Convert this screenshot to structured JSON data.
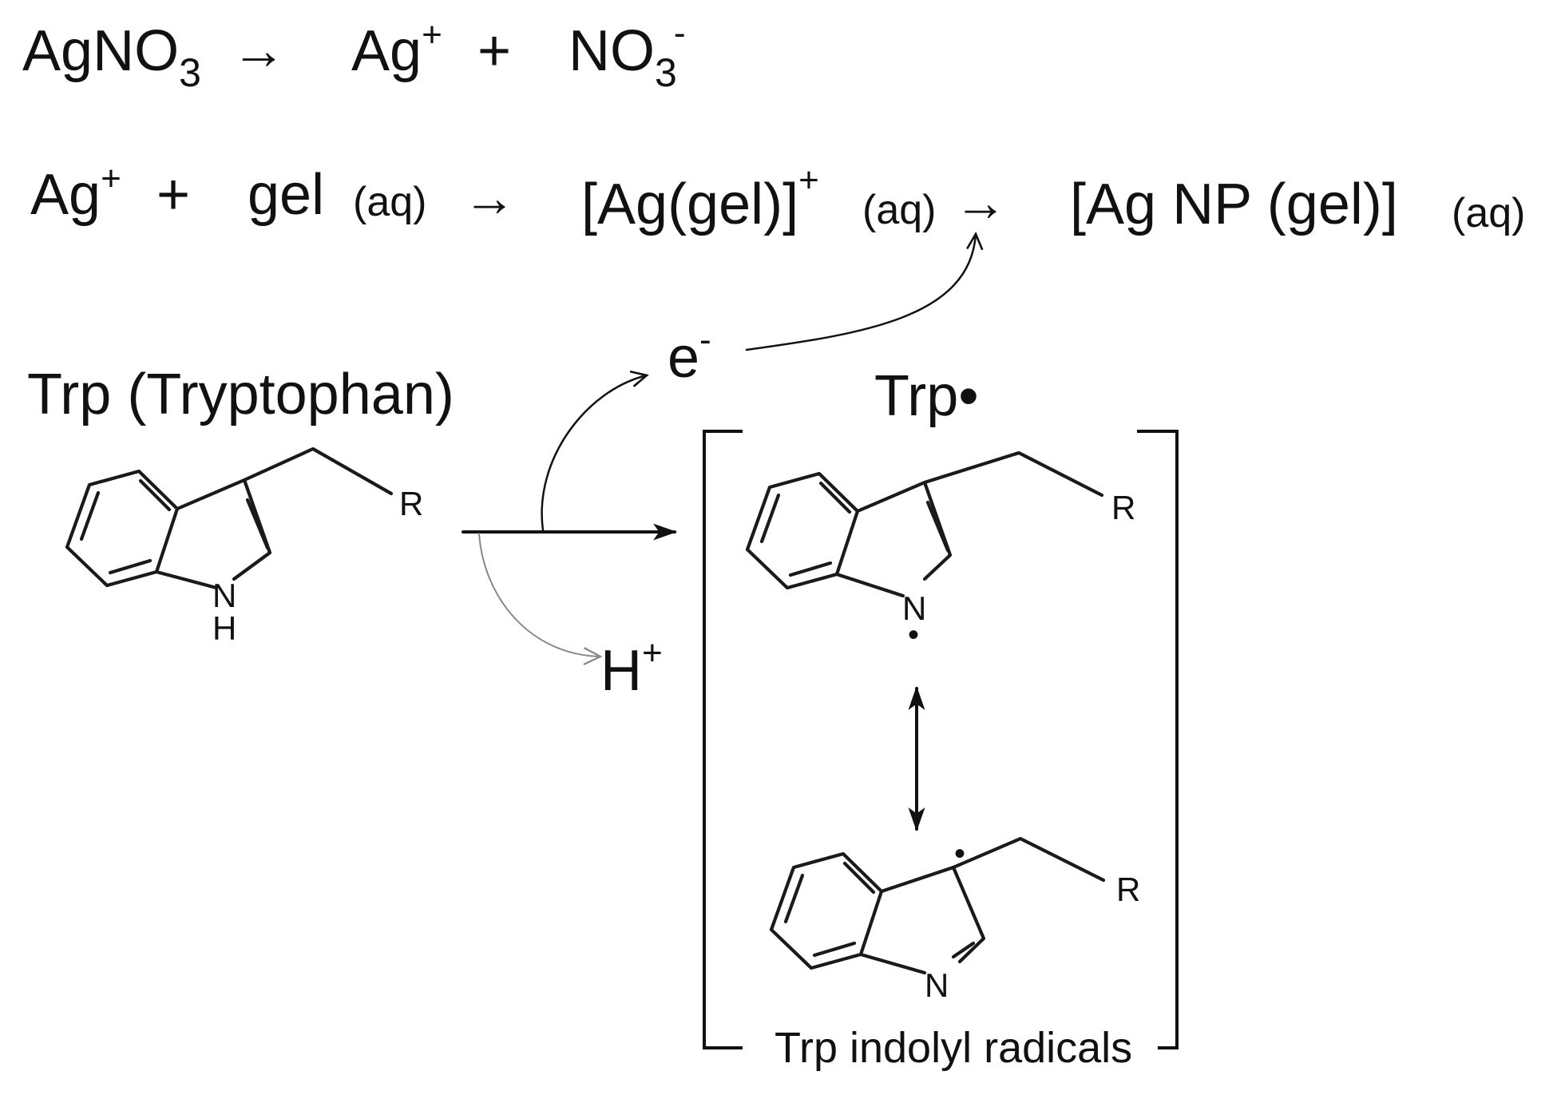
{
  "equations": {
    "eq1": {
      "reactant": {
        "main": "AgNO",
        "sub": "3"
      },
      "arrow": "→",
      "product1": {
        "main": "Ag",
        "sup": "+"
      },
      "plus": "+",
      "product2": {
        "main": "NO",
        "sub": "3",
        "sup": "-"
      }
    },
    "eq2": {
      "reactant1": {
        "main": "Ag",
        "sup": "+"
      },
      "plus": "+",
      "reactant2": "gel",
      "state1": "(aq)",
      "arrow1": "→",
      "intermediate": {
        "main": "[Ag(gel)]",
        "sup": "+"
      },
      "state2": "(aq)",
      "arrow2": "→",
      "product": "[Ag NP (gel)]",
      "state3": "(aq)"
    }
  },
  "trp": {
    "title": "Trp (Tryptophan)",
    "substituent": "R",
    "n_label": "N",
    "h_label": "H"
  },
  "byproducts": {
    "electron": {
      "main": "e",
      "sup": "-"
    },
    "proton": {
      "main": "H",
      "sup": "+"
    }
  },
  "radical": {
    "title": "Trp•",
    "caption": "Trp indolyl radicals",
    "structure1": {
      "n_label": "N",
      "substituent": "R",
      "radical_dot": "•"
    },
    "structure2": {
      "n_label": "N",
      "substituent": "R",
      "radical_dot": "•"
    }
  }
}
